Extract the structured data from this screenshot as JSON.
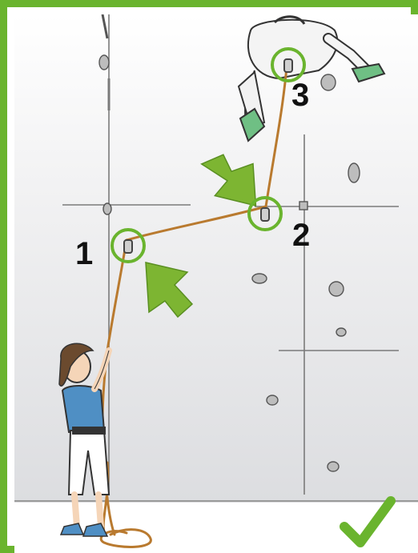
{
  "illustration": {
    "labels": [
      {
        "id": "anchor-1",
        "text": "1"
      },
      {
        "id": "anchor-2",
        "text": "2"
      },
      {
        "id": "anchor-3",
        "text": "3"
      }
    ],
    "colors": {
      "frame": "#6ab42e",
      "highlight_circle": "#6ab42e",
      "arrow": "#7db532",
      "rope": "#b97a2f",
      "wall_grid": "#8a8a8a",
      "shirt": "#4f8fc4"
    },
    "icons": [
      "checkmark-icon",
      "arrow-icon"
    ]
  }
}
